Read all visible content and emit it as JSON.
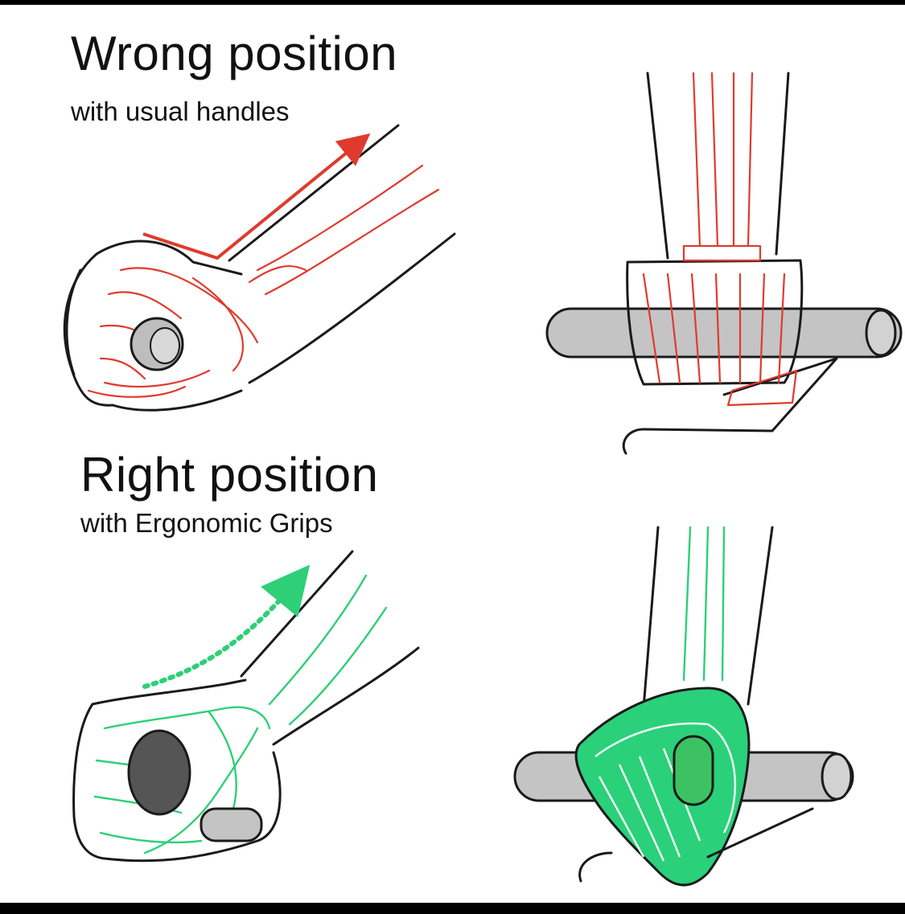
{
  "wrong": {
    "title": "Wrong position",
    "subtitle": "with usual handles",
    "bone_color": "#e03a2e"
  },
  "right": {
    "title": "Right position",
    "subtitle": "with Ergonomic Grips",
    "bone_color": "#2fcf77",
    "grip_color": "#3cc262"
  },
  "colors": {
    "outline": "#1a1a1a",
    "handlebar": "#c4c4c4",
    "background": "#ffffff"
  }
}
